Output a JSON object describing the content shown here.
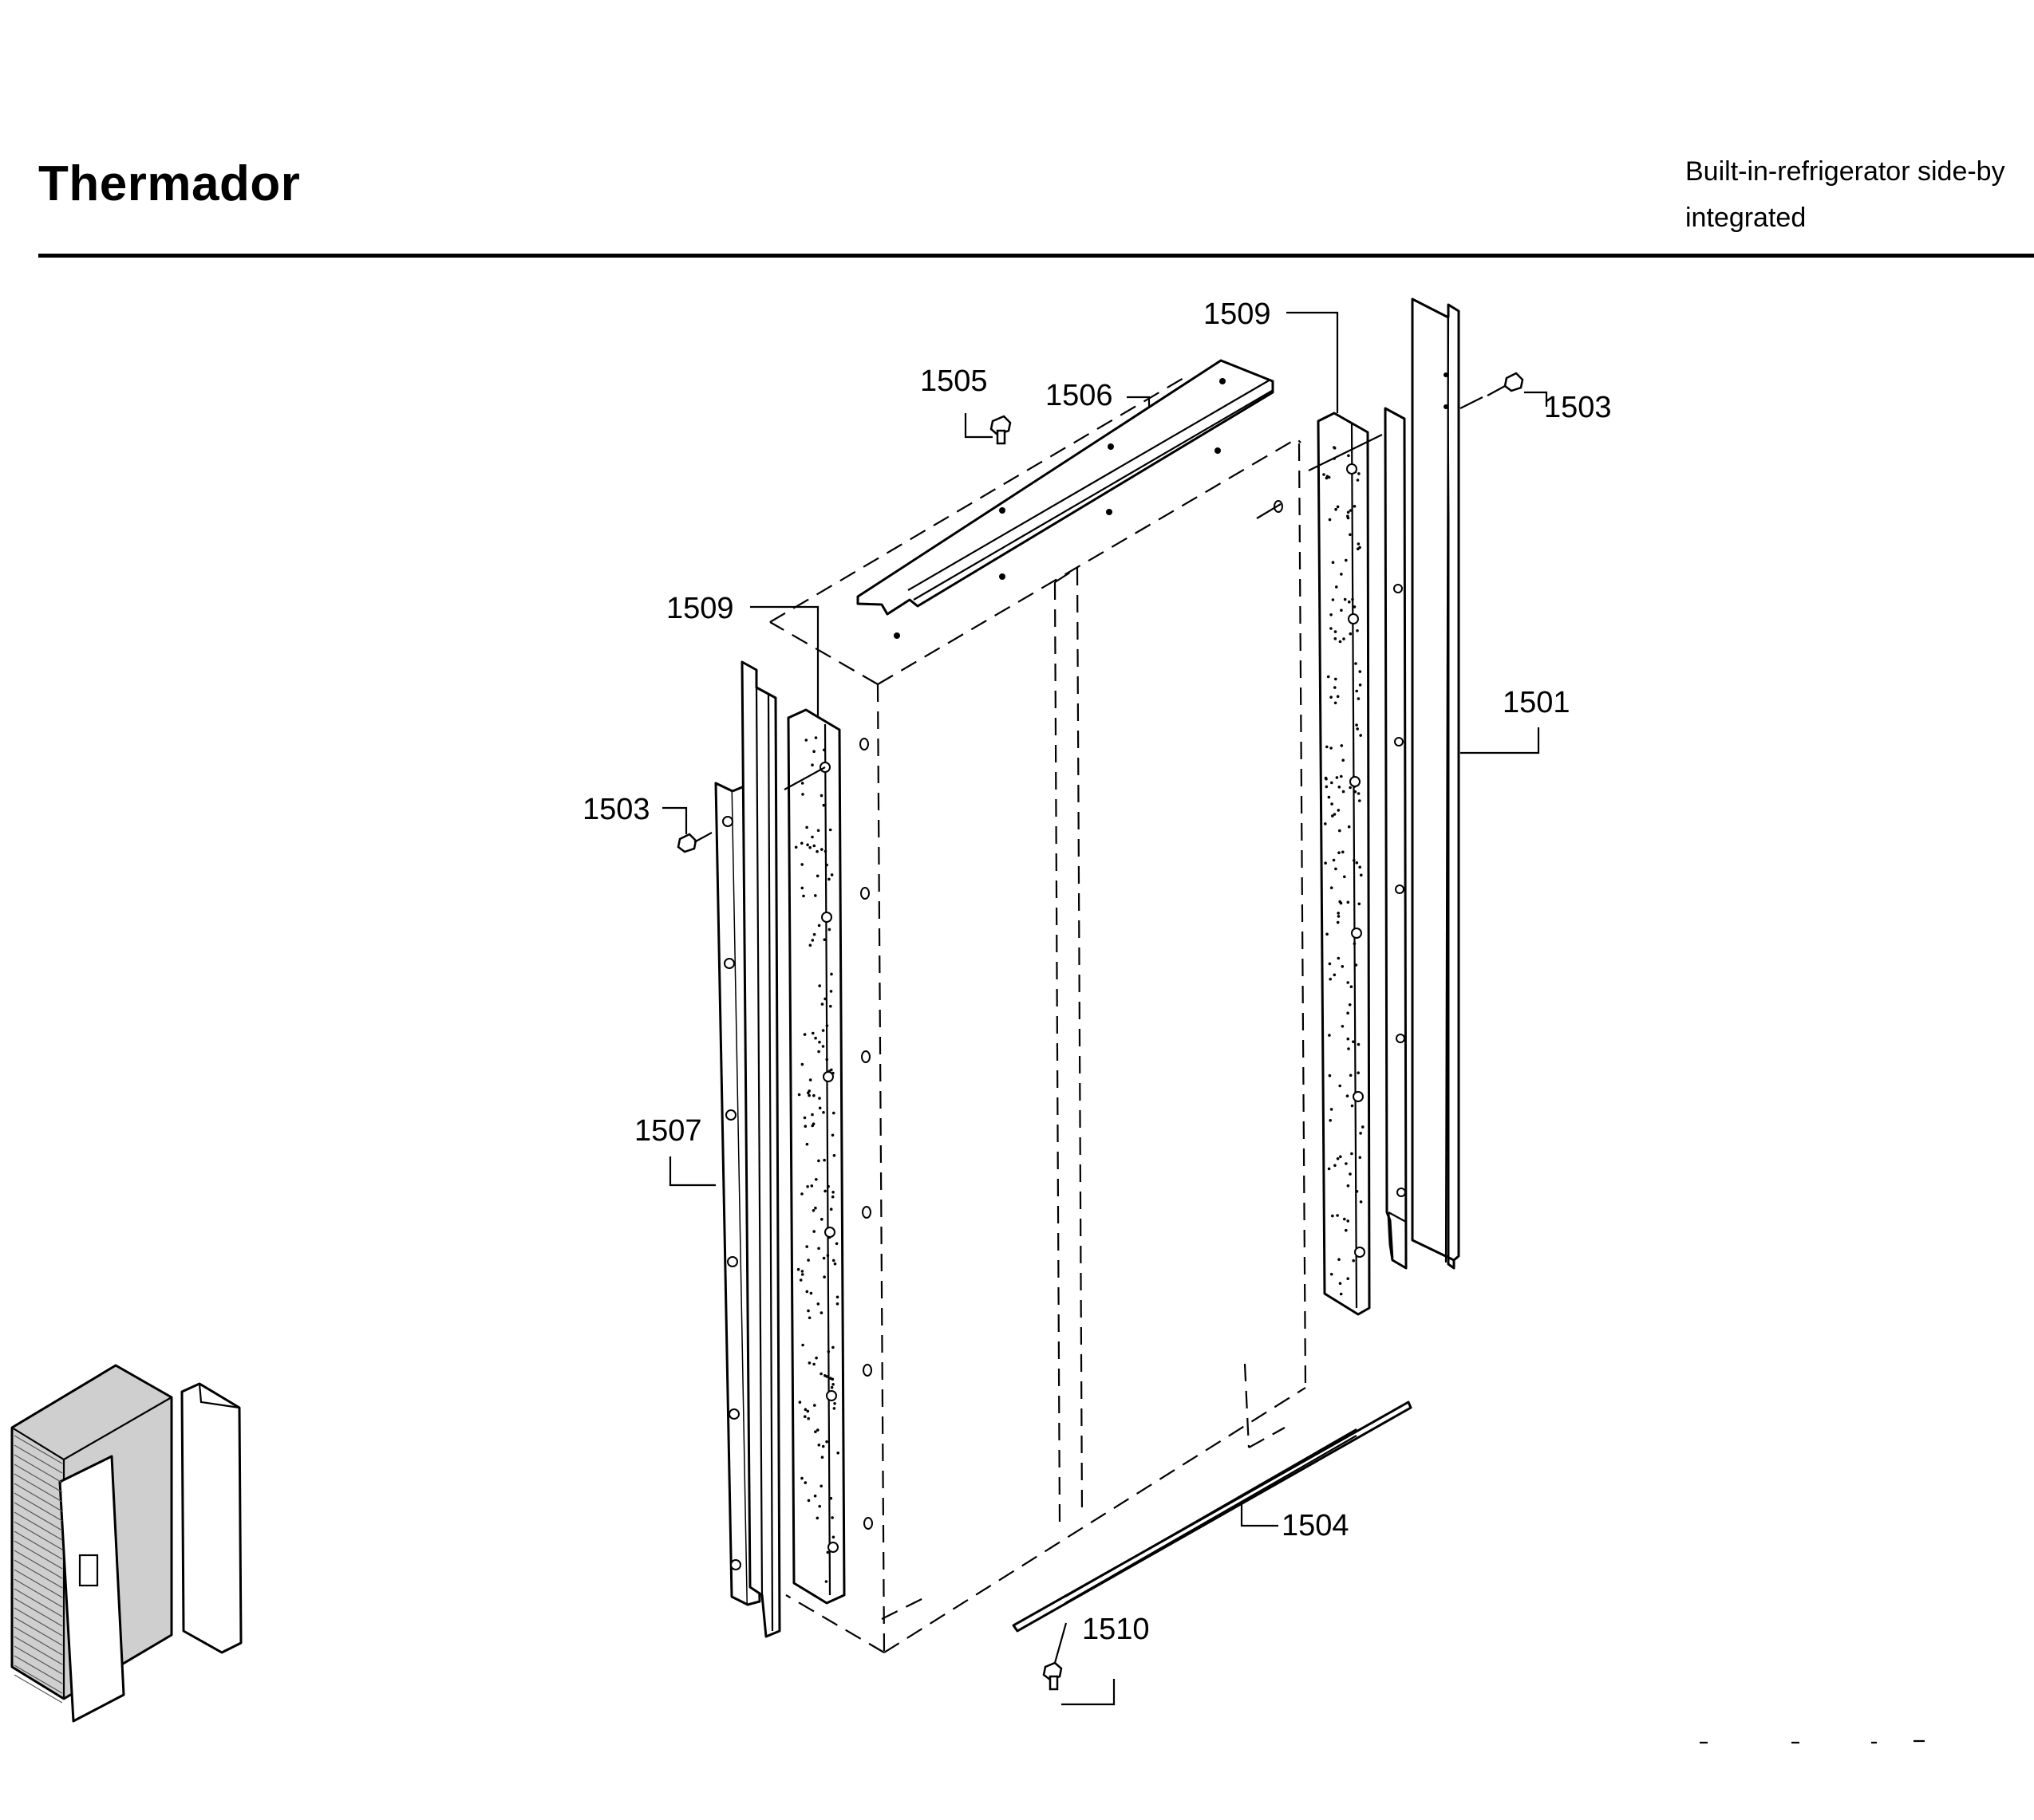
{
  "header": {
    "brand": "Thermador",
    "description_line1": "Built-in-refrigerator side-by",
    "description_line2": "integrated"
  },
  "diagram": {
    "callouts": [
      "1509",
      "1505",
      "1506",
      "1503",
      "1509",
      "1501",
      "1503",
      "1507",
      "1504",
      "1510"
    ]
  }
}
